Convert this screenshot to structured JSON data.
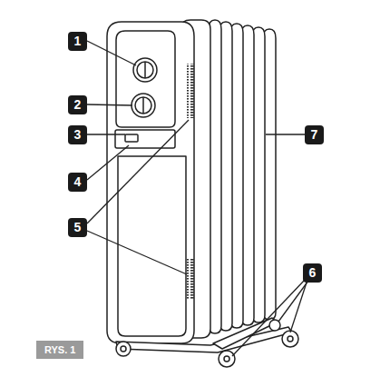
{
  "diagram": {
    "labels": [
      "1",
      "2",
      "3",
      "4",
      "5",
      "6",
      "7",
      "RYS. 1"
    ]
  }
}
